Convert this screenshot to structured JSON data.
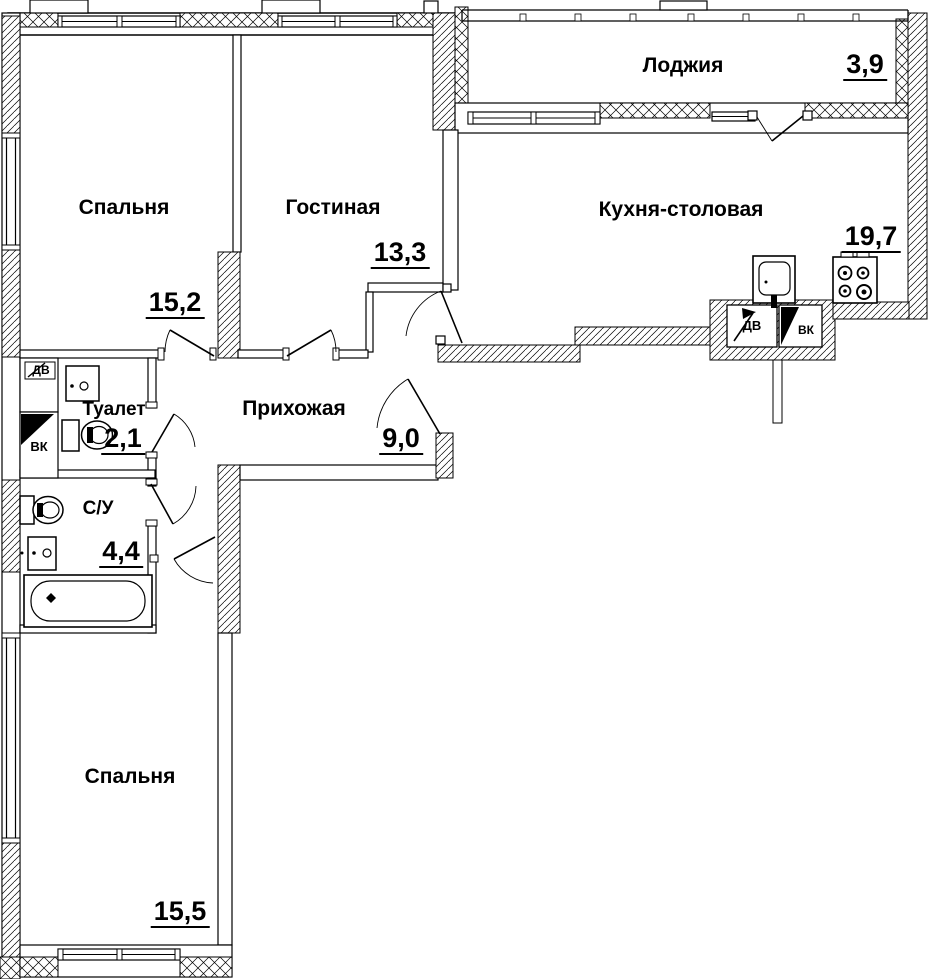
{
  "plan": {
    "title": "Apartment floor plan",
    "rooms": [
      {
        "name": "Спальня",
        "area": "15,2"
      },
      {
        "name": "Гостиная",
        "area": "13,3"
      },
      {
        "name": "Лоджия",
        "area": "3,9"
      },
      {
        "name": "Кухня-столовая",
        "area": "19,7"
      },
      {
        "name": "Туалет",
        "area": "2,1"
      },
      {
        "name": "Прихожая",
        "area": "9,0"
      },
      {
        "name": "С/У",
        "area": "4,4"
      },
      {
        "name": "Спальня",
        "area": "15,5"
      }
    ],
    "vent": {
      "dv": "ДВ",
      "vk": "ВК"
    },
    "colors": {
      "line": "#000000",
      "background": "#ffffff"
    }
  }
}
